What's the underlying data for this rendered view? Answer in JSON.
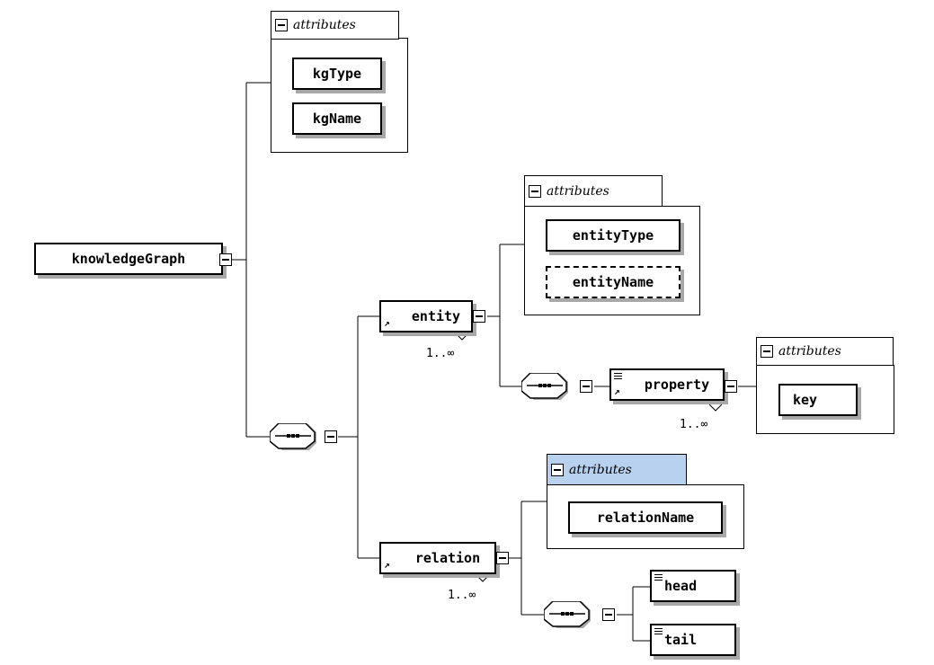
{
  "root": {
    "label": "knowledgeGraph"
  },
  "root_attributes": {
    "header": "attributes",
    "items": [
      "kgType",
      "kgName"
    ]
  },
  "entity": {
    "label": "entity",
    "multiplicity": "1..∞"
  },
  "entity_attributes": {
    "header": "attributes",
    "items": [
      "entityType",
      "entityName"
    ]
  },
  "property": {
    "label": "property",
    "multiplicity": "1..∞"
  },
  "property_attributes": {
    "header": "attributes",
    "items": [
      "key"
    ]
  },
  "relation": {
    "label": "relation",
    "multiplicity": "1..∞"
  },
  "relation_attributes": {
    "header": "attributes",
    "items": [
      "relationName"
    ]
  },
  "head": {
    "label": "head"
  },
  "tail": {
    "label": "tail"
  },
  "colors": {
    "selected_header": "#b8d1ef",
    "shadow": "#a8a8a8"
  }
}
